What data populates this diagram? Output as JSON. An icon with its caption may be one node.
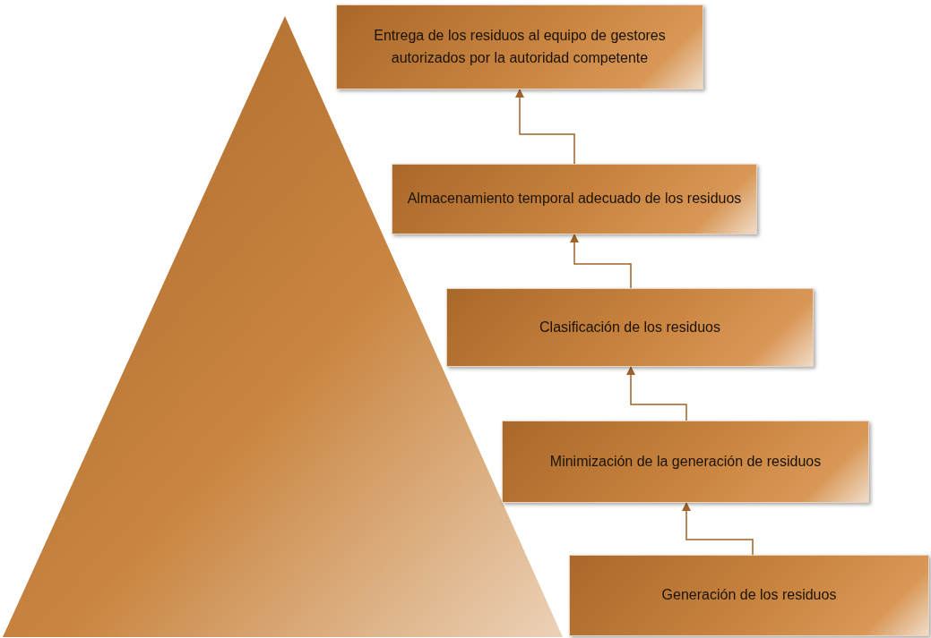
{
  "diagram": {
    "nodes": [
      {
        "text": [
          "Entrega de los residuos al equipo de gestores autorizados por la autoridad competente"
        ]
      },
      {
        "text": [
          "Almacenamiento temporal adecuado de los residuos"
        ]
      },
      {
        "text": [
          "Clasificación de los residuos"
        ]
      },
      {
        "text": [
          "Minimización de la generación de residuos"
        ]
      },
      {
        "text": [
          "Generación de los residuos"
        ]
      }
    ],
    "edges": [
      {
        "from": 4,
        "to": 3,
        "arrow": "to"
      },
      {
        "from": 3,
        "to": 2,
        "arrow": "to"
      },
      {
        "from": 2,
        "to": 1,
        "arrow": "to"
      },
      {
        "from": 1,
        "to": 0,
        "arrow": "to"
      }
    ]
  }
}
